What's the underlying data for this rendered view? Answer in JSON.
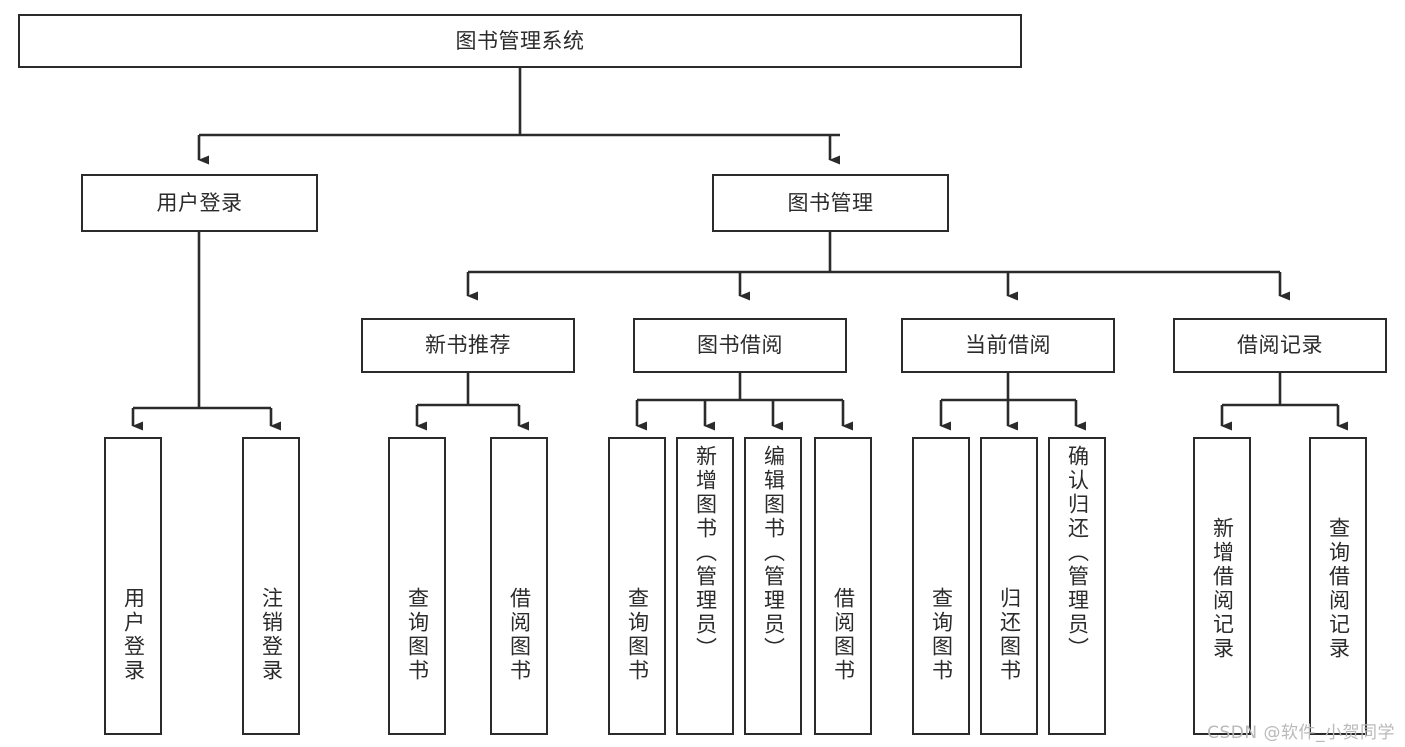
{
  "diagram": {
    "type": "tree-hierarchy",
    "title": "图书管理系统",
    "background_color": "#ffffff",
    "line_color": "#2b2b2b",
    "text_color": "#2b2b2b"
  },
  "root": {
    "label": "图书管理系统"
  },
  "level2": [
    {
      "label": "用户登录"
    },
    {
      "label": "图书管理"
    }
  ],
  "level3": [
    {
      "label": "新书推荐"
    },
    {
      "label": "图书借阅"
    },
    {
      "label": "当前借阅"
    },
    {
      "label": "借阅记录"
    }
  ],
  "leaves": {
    "user_login": [
      {
        "label": "用户登录"
      },
      {
        "label": "注销登录"
      }
    ],
    "new_book_recommend": [
      {
        "label": "查询图书"
      },
      {
        "label": "借阅图书"
      }
    ],
    "book_borrow": [
      {
        "label": "查询图书"
      },
      {
        "label": "新增图书（管理员）"
      },
      {
        "label": "编辑图书（管理员）"
      },
      {
        "label": "借阅图书"
      }
    ],
    "current_borrow": [
      {
        "label": "查询图书"
      },
      {
        "label": "归还图书"
      },
      {
        "label": "确认归还（管理员）"
      }
    ],
    "borrow_record": [
      {
        "label": "新增借阅记录"
      },
      {
        "label": "查询借阅记录"
      }
    ]
  },
  "watermark": {
    "text": "CSDN @软件_小贺同学"
  }
}
